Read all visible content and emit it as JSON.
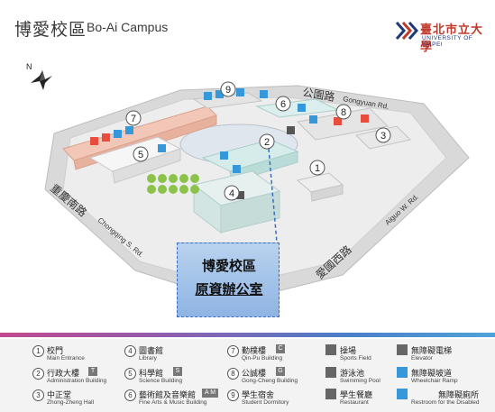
{
  "header": {
    "title": "博愛校區",
    "subtitle": "Bo-Ai Campus"
  },
  "logo": {
    "name": "臺北市立大學",
    "en": "UNIVERSITY OF TAIPEI"
  },
  "compass": {
    "north": "N"
  },
  "streets": {
    "gongyuan_zh": "公園路",
    "gongyuan_en": "Gongyuan Rd.",
    "chongqing_zh": "重慶南路",
    "chongqing_en": "Chongqing S. Rd.",
    "aiguo_zh": "愛國西路",
    "aiguo_en": "Aiguo W. Rd."
  },
  "building_numbers": [
    "1",
    "2",
    "3",
    "4",
    "5",
    "6",
    "7",
    "8",
    "9"
  ],
  "office": {
    "line1": "博愛校區",
    "line2": "原資辦公室"
  },
  "legend": {
    "items": [
      {
        "num": "1",
        "zh": "校門",
        "en": "Main Entrance",
        "tag": ""
      },
      {
        "num": "2",
        "zh": "行政大樓",
        "en": "Administration Building",
        "tag": "T"
      },
      {
        "num": "3",
        "zh": "中正堂",
        "en": "Zhong-Zheng Hall",
        "tag": ""
      },
      {
        "num": "4",
        "zh": "圖書館",
        "en": "Library",
        "tag": ""
      },
      {
        "num": "5",
        "zh": "科學館",
        "en": "Science Building",
        "tag": "S"
      },
      {
        "num": "6",
        "zh": "藝術館及音樂館",
        "en": "Fine Arts & Music Building",
        "tag": "A M"
      },
      {
        "num": "7",
        "zh": "勤樸樓",
        "en": "Qin-Pu Building",
        "tag": "C"
      },
      {
        "num": "8",
        "zh": "公誠樓",
        "en": "Gong-Cheng Building",
        "tag": "G"
      },
      {
        "num": "9",
        "zh": "學生宿舍",
        "en": "Student Dormitory",
        "tag": ""
      }
    ],
    "facilities": [
      {
        "zh": "操場",
        "en": "Sports Field"
      },
      {
        "zh": "游泳池",
        "en": "Swimming Pool"
      },
      {
        "zh": "學生餐廳",
        "en": "Restaurant"
      },
      {
        "zh": "無障礙電梯",
        "en": "Elevator"
      },
      {
        "zh": "無障礙坡道",
        "en": "Wheelchair Ramp"
      },
      {
        "zh": "無障礙廁所",
        "en": "Restroom for the Disabled"
      }
    ]
  }
}
